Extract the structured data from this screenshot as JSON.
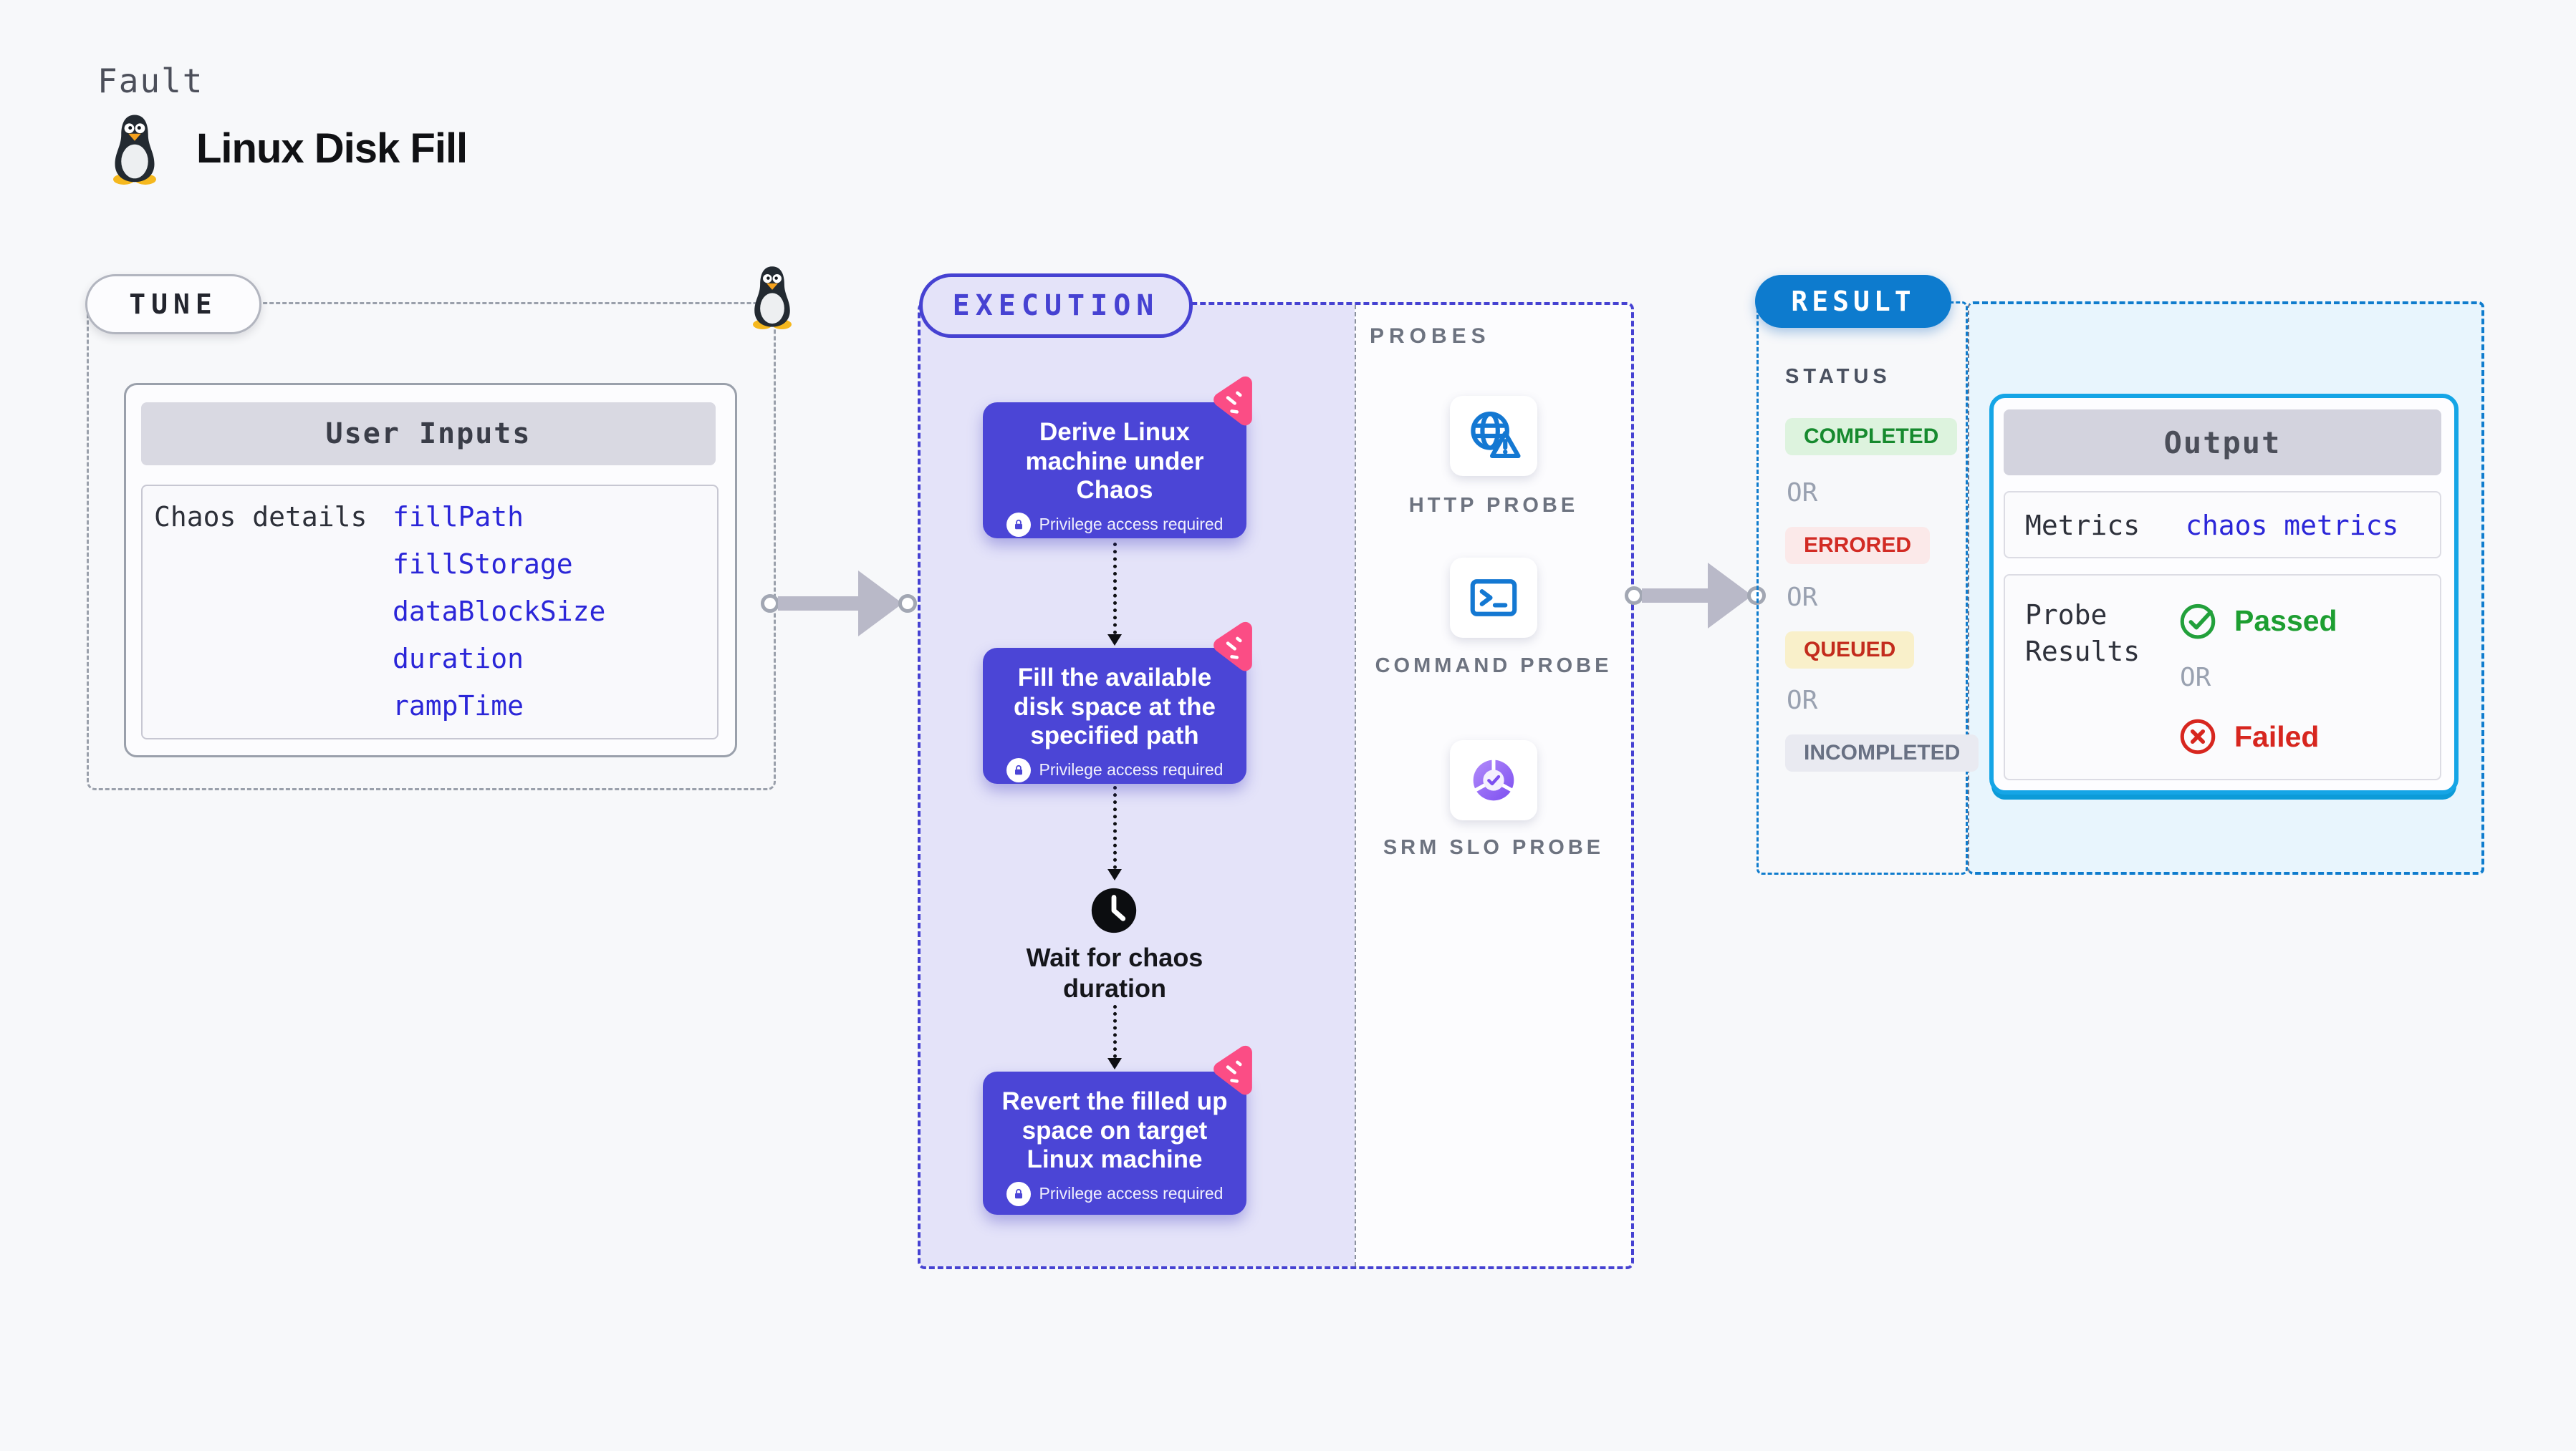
{
  "header": {
    "eyebrow": "Fault",
    "title": "Linux Disk Fill"
  },
  "tune": {
    "label": "TUNE",
    "card_title": "User Inputs",
    "row_label": "Chaos details",
    "params": [
      "fillPath",
      "fillStorage",
      "dataBlockSize",
      "duration",
      "rampTime"
    ]
  },
  "execution": {
    "label": "EXECUTION",
    "privilege_badge": "Privilege access required",
    "steps": [
      {
        "title": "Derive Linux machine under Chaos"
      },
      {
        "title": "Fill the available disk space at the specified path"
      },
      {
        "title": "Revert the filled up space on target Linux machine"
      }
    ],
    "wait_label": "Wait for chaos duration"
  },
  "probes": {
    "label": "PROBES",
    "items": [
      {
        "name": "HTTP PROBE",
        "icon": "http-probe-icon"
      },
      {
        "name": "COMMAND PROBE",
        "icon": "command-probe-icon"
      },
      {
        "name": "SRM SLO PROBE",
        "icon": "srm-slo-probe-icon"
      }
    ]
  },
  "result": {
    "label": "RESULT",
    "status_title": "STATUS",
    "or_label": "OR",
    "statuses": [
      {
        "label": "COMPLETED",
        "bg": "#ddf3de",
        "color": "#168a2e"
      },
      {
        "label": "ERRORED",
        "bg": "#fbe9e9",
        "color": "#d22b24"
      },
      {
        "label": "QUEUED",
        "bg": "#f9f0ca",
        "color": "#c32c1d"
      },
      {
        "label": "INCOMPLETED",
        "bg": "#e9eaf1",
        "color": "#687083"
      }
    ],
    "output": {
      "title": "Output",
      "metrics_label": "Metrics",
      "metrics_value": "chaos metrics",
      "probe_results_label": "Probe Results",
      "passed_label": "Passed",
      "failed_label": "Failed",
      "or_label": "OR"
    }
  },
  "colors": {
    "page_bg": "#f7f8fa",
    "step_card": "#4b45d6",
    "execution_accent": "#4642d2",
    "execution_bg": "#e4e3f9",
    "chaos_pink": "#fb4d85",
    "result_blue": "#0d7bce",
    "output_border": "#15a5e6",
    "output_bg": "#e8f5fd",
    "probe_blue": "#1478d2",
    "srm_purple": "#8b5cf6",
    "passed_green": "#1d9e31",
    "failed_red": "#d7261f",
    "param_blue": "#2b26d8",
    "arrow_gray": "#b9b9c8"
  }
}
